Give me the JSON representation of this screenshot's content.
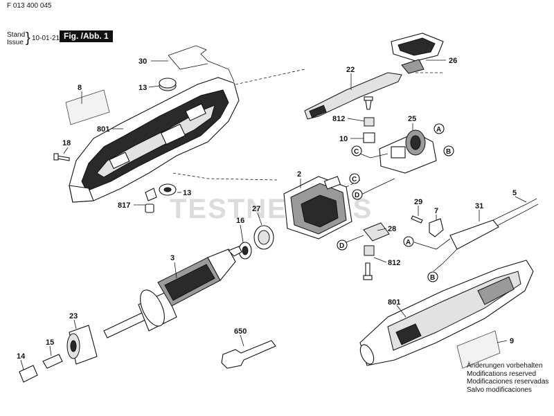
{
  "header": {
    "part_number": "F 013 400 045",
    "stand_label": "Stand",
    "issue_label": "Issue",
    "date": "10-01-21",
    "figure": "Fig. /Abb. 1"
  },
  "watermark": "TESTNETTIES",
  "callouts": {
    "c30": "30",
    "c13a": "13",
    "c8": "8",
    "c801a": "801",
    "c18": "18",
    "c13b": "13",
    "c817": "817",
    "c22": "22",
    "c26": "26",
    "c812a": "812",
    "c25": "25",
    "c10": "10",
    "c2": "2",
    "c27": "27",
    "c16": "16",
    "c3": "3",
    "c28": "28",
    "c812b": "812",
    "c29": "29",
    "c7": "7",
    "c31": "31",
    "c5": "5",
    "c801b": "801",
    "c9": "9",
    "c23": "23",
    "c15": "15",
    "c14": "14",
    "c650": "650"
  },
  "connectors": {
    "a1": "A",
    "b1": "B",
    "c1": "C",
    "c2": "C",
    "d1": "D",
    "d2": "D",
    "a2": "A",
    "b2": "B"
  },
  "notes": [
    "Änderungen vorbehalten",
    "Modifications reserved",
    "Modificaciones reservadas",
    "Salvo modificaciones"
  ]
}
